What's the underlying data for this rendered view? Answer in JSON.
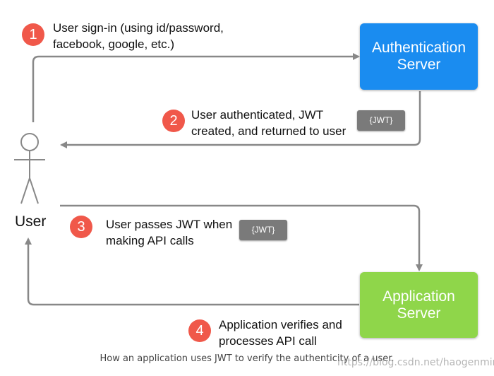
{
  "steps": [
    {
      "number": "1",
      "line1": "User sign-in (using id/password,",
      "line2": "facebook, google, etc.)"
    },
    {
      "number": "2",
      "line1": "User authenticated, JWT",
      "line2": "created, and returned to user"
    },
    {
      "number": "3",
      "line1": "User passes JWT when",
      "line2": "making API calls"
    },
    {
      "number": "4",
      "line1": "Application verifies and",
      "line2": "processes API call"
    }
  ],
  "auth_server": {
    "line1": "Authentication",
    "line2": "Server",
    "color": "#1a8cf0"
  },
  "app_server": {
    "line1": "Application",
    "line2": "Server",
    "color": "#8fd64a"
  },
  "token_label": "{JWT}",
  "user_label": "User",
  "caption": "How an application uses JWT to verify the authenticity of a user.",
  "watermark": "https://blog.csdn.net/haogenmin",
  "colors": {
    "step_badge": "#f0584a",
    "arrow": "#888888",
    "token": "#7a7a7a"
  }
}
